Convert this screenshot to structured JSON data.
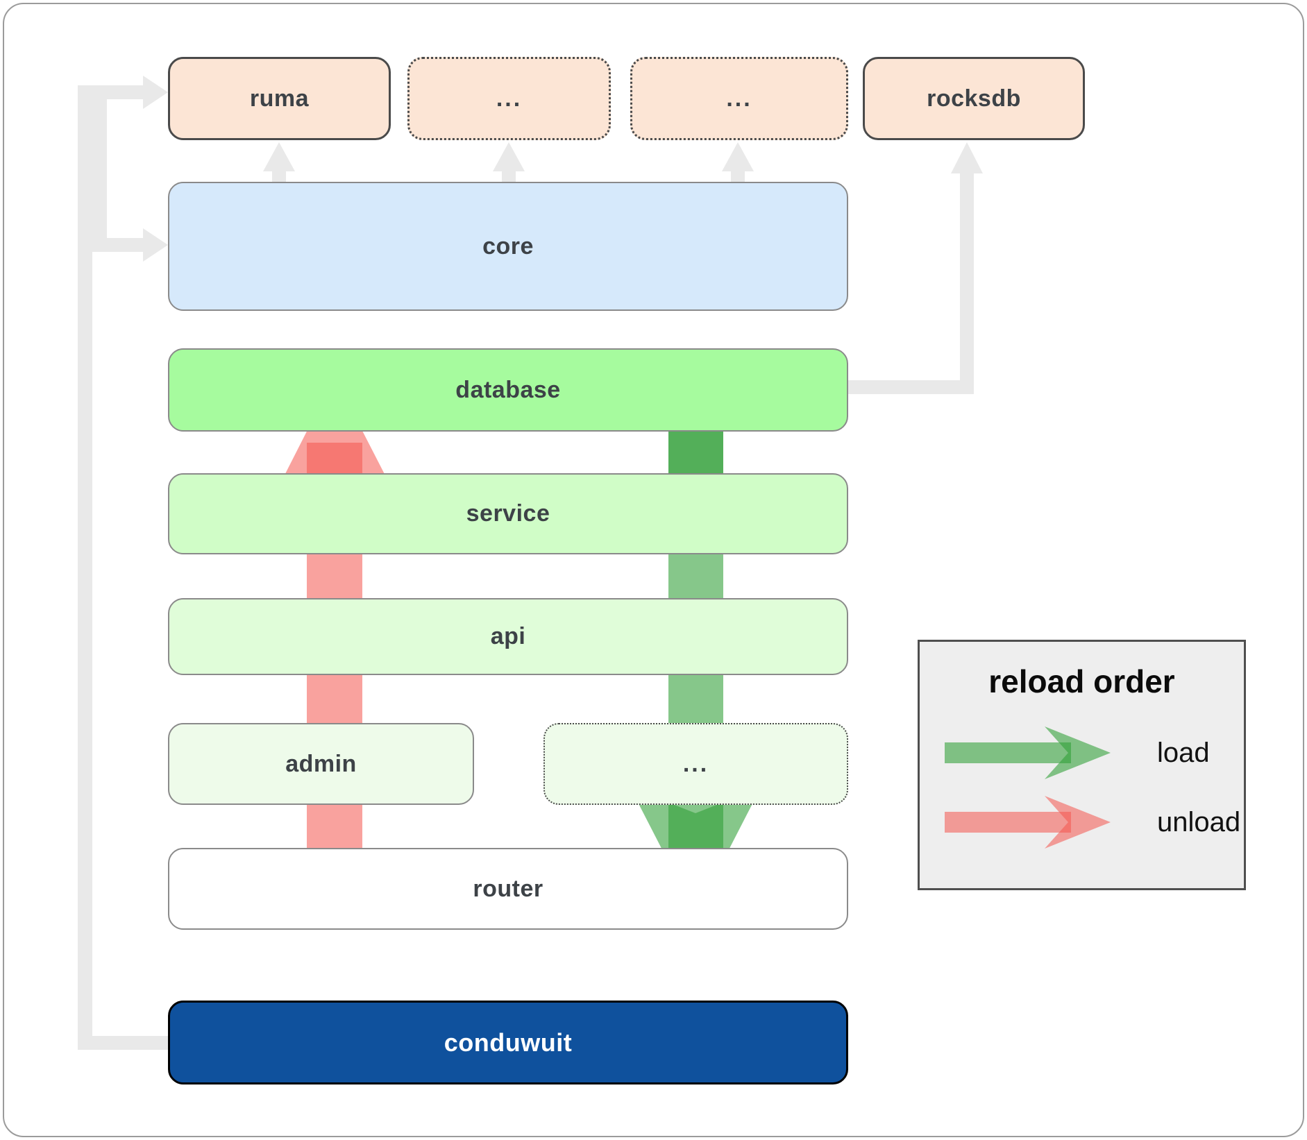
{
  "diagram": {
    "top_row": [
      {
        "label": "ruma",
        "style": "solid"
      },
      {
        "label": "...",
        "style": "dotted"
      },
      {
        "label": "...",
        "style": "dotted"
      },
      {
        "label": "rocksdb",
        "style": "solid"
      }
    ],
    "layers": [
      {
        "label": "core"
      },
      {
        "label": "database"
      },
      {
        "label": "service"
      },
      {
        "label": "api"
      }
    ],
    "admin_row": [
      {
        "label": "admin",
        "style": "solid"
      },
      {
        "label": "...",
        "style": "dotted"
      }
    ],
    "router": {
      "label": "router"
    },
    "app": {
      "label": "conduwuit"
    }
  },
  "legend": {
    "title": "reload order",
    "items": [
      {
        "label": "load",
        "color": "#2f9e36"
      },
      {
        "label": "unload",
        "color": "#f4564e"
      }
    ]
  },
  "colors": {
    "peach_fill": "#fce5d5",
    "core_fill": "#d6e9fb",
    "database_fill": "#a6fb9e",
    "service_fill": "#d0fdc7",
    "api_fill": "#e0fdd9",
    "admin_fill": "#eefbea",
    "router_fill": "#ffffff",
    "app_fill": "#0f519d",
    "connector_gray": "#e9e9e9",
    "load_green": "#2f9e36",
    "unload_red": "#f4564e",
    "legend_bg": "#eeeeee",
    "label_text": "#3d4247"
  }
}
